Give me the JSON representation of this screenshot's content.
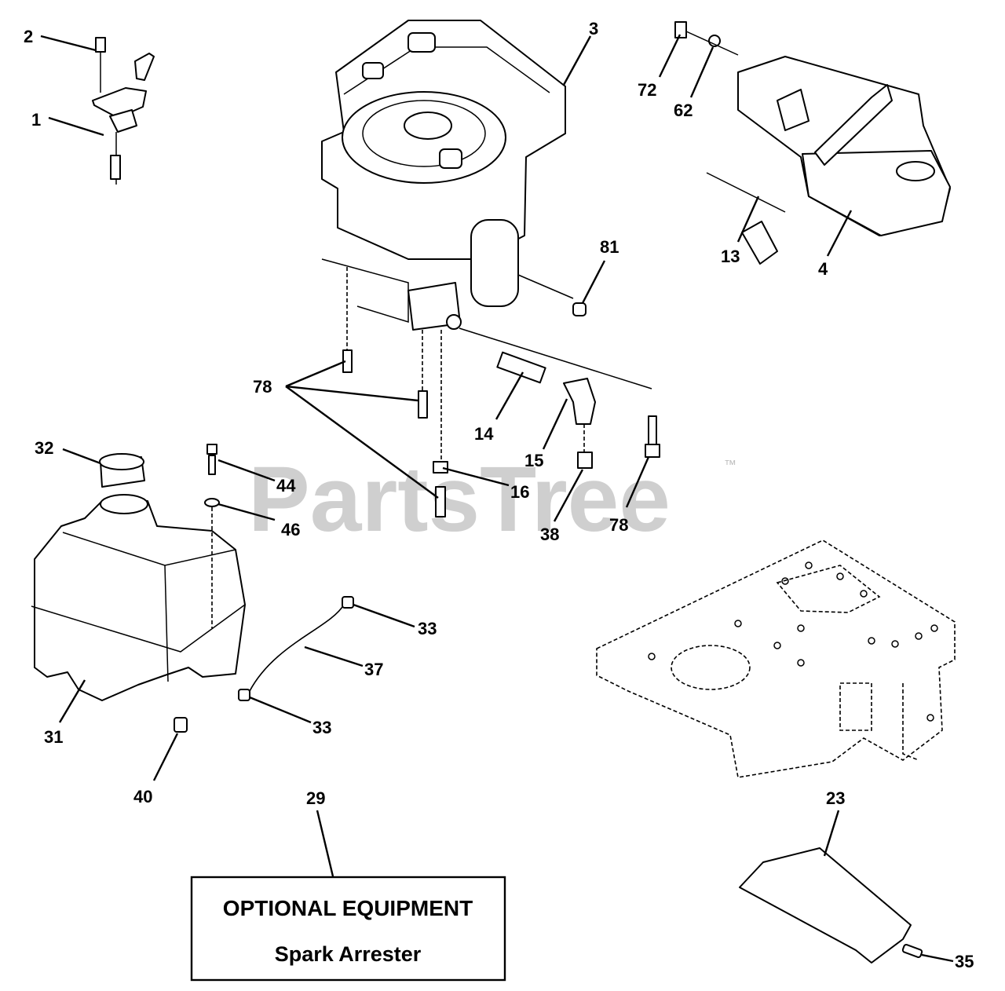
{
  "watermark": {
    "text": "PartsTree",
    "trademark": "™"
  },
  "callouts": {
    "c1": "1",
    "c2": "2",
    "c3": "3",
    "c4": "4",
    "c13": "13",
    "c14": "14",
    "c15": "15",
    "c16": "16",
    "c23": "23",
    "c29": "29",
    "c31": "31",
    "c32": "32",
    "c33a": "33",
    "c33b": "33",
    "c35": "35",
    "c37": "37",
    "c38": "38",
    "c40": "40",
    "c44": "44",
    "c46": "46",
    "c62": "62",
    "c72": "72",
    "c78a": "78",
    "c78b": "78",
    "c81": "81"
  },
  "optional_box": {
    "title": "OPTIONAL EQUIPMENT",
    "subtitle": "Spark Arrester"
  }
}
